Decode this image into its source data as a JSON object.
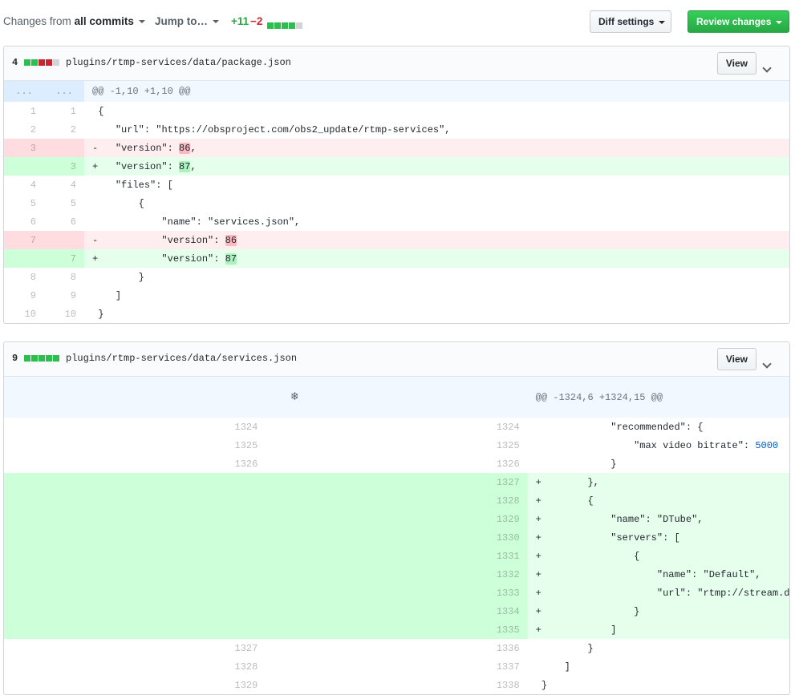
{
  "toolbar": {
    "changes_from_prefix": "Changes from",
    "changes_from_value": "all commits",
    "jump_to": "Jump to…",
    "additions": "+11",
    "deletions": "−2",
    "summary_blocks": [
      "add",
      "add",
      "add",
      "add",
      "neutral"
    ],
    "diff_settings": "Diff settings",
    "review_changes": "Review changes"
  },
  "colors": {
    "add": "#2cbe4e",
    "delete": "#cb2431",
    "neutral": "#d1d5da",
    "primary": "#28a745"
  },
  "files": [
    {
      "change_count": "4",
      "blocks": [
        "add",
        "add",
        "delete",
        "delete",
        "neutral"
      ],
      "path": "plugins/rtmp-services/data/package.json",
      "view_label": "View",
      "hunk_left": "...",
      "hunk_right": "...",
      "hunk_header": "@@ -1,10 +1,10 @@",
      "lines": [
        {
          "type": "ctx",
          "old": "1",
          "new": "1",
          "parts": [
            {
              "t": " {"
            }
          ]
        },
        {
          "type": "ctx",
          "old": "2",
          "new": "2",
          "parts": [
            {
              "t": " \t\""
            },
            {
              "t": "url",
              "c": "p"
            },
            {
              "t": "\": \""
            },
            {
              "t": "https://obsproject.com/obs2_update/rtmp-services",
              "c": "s"
            },
            {
              "t": "\","
            }
          ]
        },
        {
          "type": "del",
          "old": "3",
          "new": "",
          "parts": [
            {
              "t": "-\t\"version\": "
            },
            {
              "t": "86",
              "c": "xd"
            },
            {
              "t": ","
            }
          ]
        },
        {
          "type": "add",
          "old": "",
          "new": "3",
          "parts": [
            {
              "t": "+\t\"version\": "
            },
            {
              "t": "87",
              "c": "xa"
            },
            {
              "t": ","
            }
          ]
        },
        {
          "type": "ctx",
          "old": "4",
          "new": "4",
          "parts": [
            {
              "t": " \t\"files\": ["
            }
          ]
        },
        {
          "type": "ctx",
          "old": "5",
          "new": "5",
          "parts": [
            {
              "t": " \t\t{"
            }
          ]
        },
        {
          "type": "ctx",
          "old": "6",
          "new": "6",
          "parts": [
            {
              "t": " \t\t\t\"name\": \"services.json\","
            }
          ]
        },
        {
          "type": "del",
          "old": "7",
          "new": "",
          "parts": [
            {
              "t": "-\t\t\t\"version\": "
            },
            {
              "t": "86",
              "c": "xd"
            }
          ]
        },
        {
          "type": "add",
          "old": "",
          "new": "7",
          "parts": [
            {
              "t": "+\t\t\t\"version\": "
            },
            {
              "t": "87",
              "c": "xa"
            }
          ]
        },
        {
          "type": "ctx",
          "old": "8",
          "new": "8",
          "parts": [
            {
              "t": " \t\t}"
            }
          ]
        },
        {
          "type": "ctx",
          "old": "9",
          "new": "9",
          "parts": [
            {
              "t": " \t]"
            }
          ]
        },
        {
          "type": "ctx",
          "old": "10",
          "new": "10",
          "parts": [
            {
              "t": " }"
            }
          ]
        }
      ]
    },
    {
      "change_count": "9",
      "blocks": [
        "add",
        "add",
        "add",
        "add",
        "add"
      ],
      "path": "plugins/rtmp-services/data/services.json",
      "view_label": "View",
      "expand_icon": "unfold-icon",
      "hunk_header": "@@ -1324,6 +1324,15 @@",
      "lines": [
        {
          "type": "ctx",
          "old": "1324",
          "new": "1324",
          "parts": [
            {
              "t": "             \"recommended\": {"
            }
          ]
        },
        {
          "type": "ctx",
          "old": "1325",
          "new": "1325",
          "parts": [
            {
              "t": "                 \"max video bitrate\": "
            },
            {
              "t": "5000",
              "c": "n"
            }
          ]
        },
        {
          "type": "ctx",
          "old": "1326",
          "new": "1326",
          "parts": [
            {
              "t": "             }"
            }
          ]
        },
        {
          "type": "add",
          "old": "",
          "new": "1327",
          "parts": [
            {
              "t": "+        },"
            }
          ]
        },
        {
          "type": "add",
          "old": "",
          "new": "1328",
          "parts": [
            {
              "t": "+        {"
            }
          ]
        },
        {
          "type": "add",
          "old": "",
          "new": "1329",
          "parts": [
            {
              "t": "+            \"name\": \"DTube\","
            }
          ]
        },
        {
          "type": "add",
          "old": "",
          "new": "1330",
          "parts": [
            {
              "t": "+            \"servers\": ["
            }
          ]
        },
        {
          "type": "add",
          "old": "",
          "new": "1331",
          "parts": [
            {
              "t": "+                {"
            }
          ]
        },
        {
          "type": "add",
          "old": "",
          "new": "1332",
          "parts": [
            {
              "t": "+                    \"name\": \"Default\","
            }
          ]
        },
        {
          "type": "add",
          "old": "",
          "new": "1333",
          "parts": [
            {
              "t": "+                    \"url\": \"rtmp://stream.dtube.top/live/\""
            }
          ]
        },
        {
          "type": "add",
          "old": "",
          "new": "1334",
          "parts": [
            {
              "t": "+                }"
            }
          ]
        },
        {
          "type": "add",
          "old": "",
          "new": "1335",
          "parts": [
            {
              "t": "+            ]"
            }
          ]
        },
        {
          "type": "ctx",
          "old": "1327",
          "new": "1336",
          "parts": [
            {
              "t": "         }"
            }
          ]
        },
        {
          "type": "ctx",
          "old": "1328",
          "new": "1337",
          "parts": [
            {
              "t": "     ]"
            }
          ]
        },
        {
          "type": "ctx",
          "old": "1329",
          "new": "1338",
          "parts": [
            {
              "t": " }"
            }
          ]
        }
      ]
    }
  ]
}
